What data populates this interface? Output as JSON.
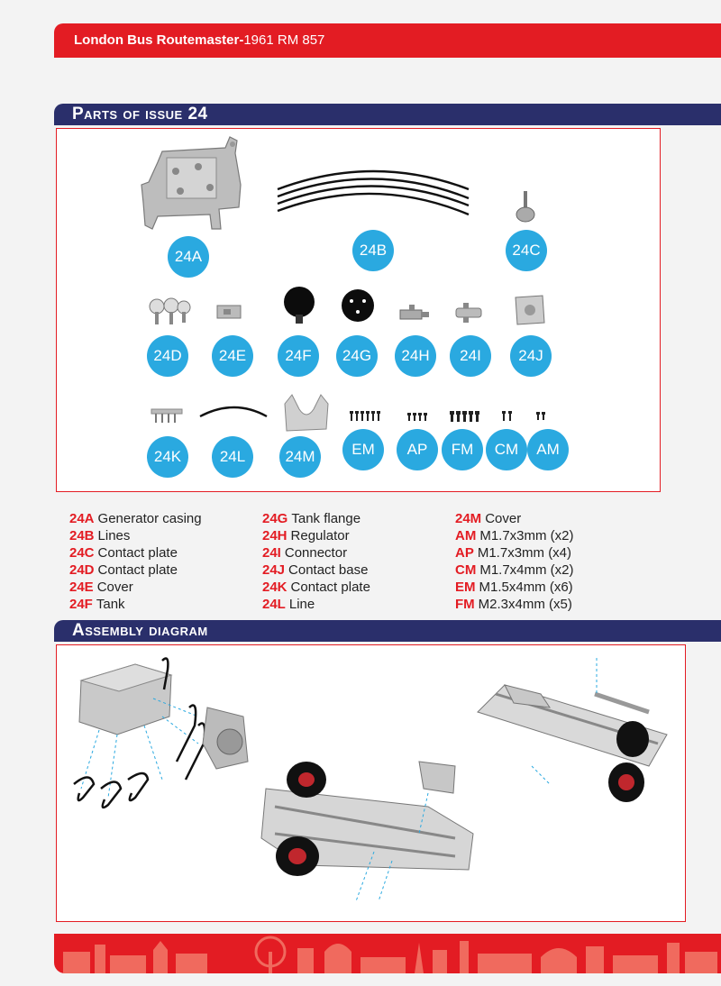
{
  "header": {
    "title_bold": "London Bus Routemaster-",
    "title_rest": "1961 RM 857"
  },
  "sections": {
    "parts_title": "Parts of issue 24",
    "assembly_title": "Assembly diagram"
  },
  "badges": [
    "24A",
    "24B",
    "24C",
    "24D",
    "24E",
    "24F",
    "24G",
    "24H",
    "24I",
    "24J",
    "24K",
    "24L",
    "24M",
    "EM",
    "AP",
    "FM",
    "CM",
    "AM"
  ],
  "legend": {
    "col1": [
      {
        "code": "24A",
        "name": "Generator casing"
      },
      {
        "code": "24B",
        "name": "Lines"
      },
      {
        "code": "24C",
        "name": "Contact plate"
      },
      {
        "code": "24D",
        "name": "Contact plate"
      },
      {
        "code": "24E",
        "name": "Cover"
      },
      {
        "code": "24F",
        "name": "Tank"
      }
    ],
    "col2": [
      {
        "code": "24G",
        "name": "Tank flange"
      },
      {
        "code": "24H",
        "name": "Regulator"
      },
      {
        "code": "24I",
        "name": "Connector"
      },
      {
        "code": "24J",
        "name": "Contact base"
      },
      {
        "code": "24K",
        "name": "Contact plate"
      },
      {
        "code": "24L",
        "name": "Line"
      }
    ],
    "col3": [
      {
        "code": "24M",
        "name": "Cover"
      },
      {
        "code": "AM",
        "name": "M1.7x3mm (x2)"
      },
      {
        "code": "AP",
        "name": "M1.7x3mm (x4)"
      },
      {
        "code": "CM",
        "name": "M1.7x4mm (x2)"
      },
      {
        "code": "EM",
        "name": "M1.5x4mm (x6)"
      },
      {
        "code": "FM",
        "name": "M2.3x4mm (x5)"
      }
    ]
  },
  "colors": {
    "red": "#e31c23",
    "navy": "#2a2f6b",
    "badge": "#2aa9e0"
  }
}
